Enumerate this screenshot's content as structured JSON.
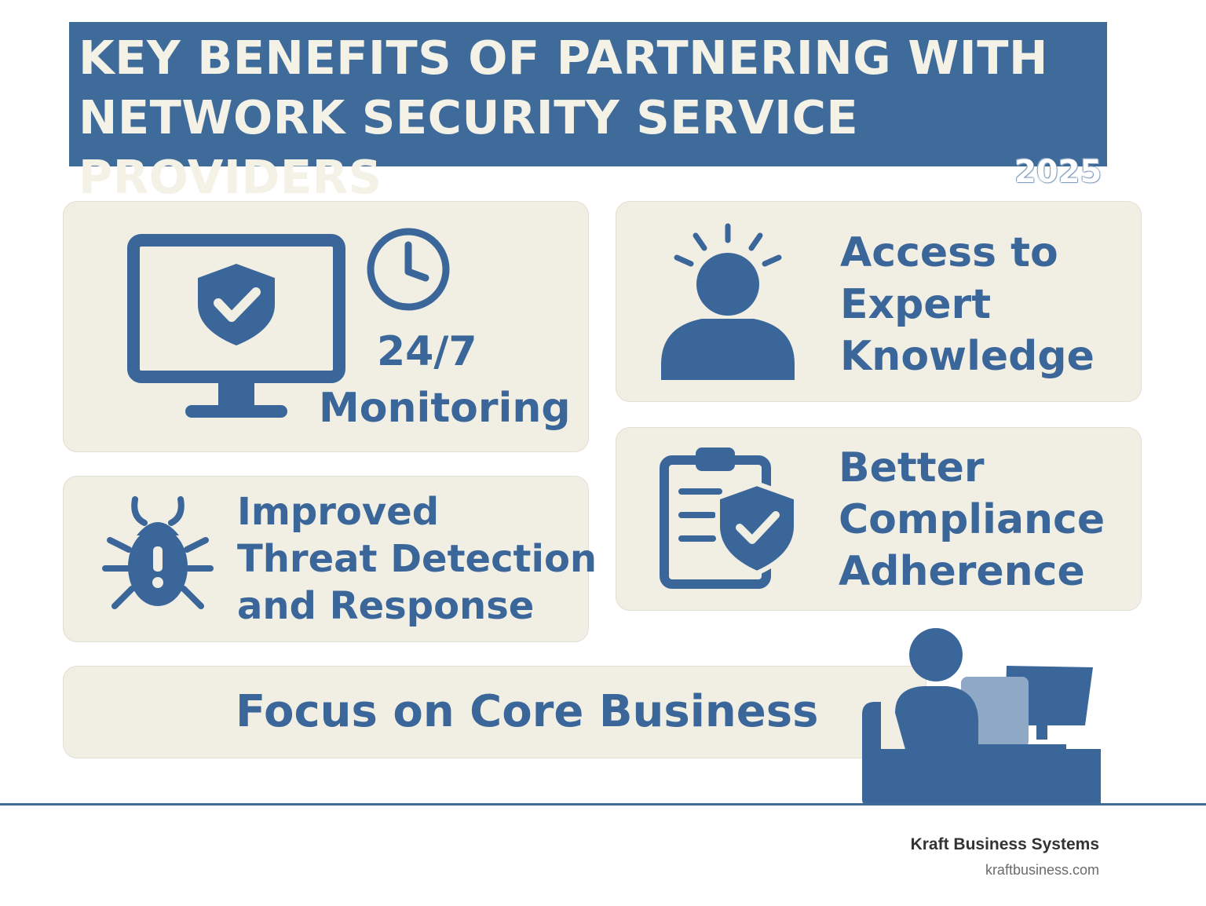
{
  "header": {
    "title_line1": "KEY BENEFITS OF PARTNERING WITH",
    "title_line2": "NETWORK SECURITY SERVICE PROVIDERS",
    "year": "2025"
  },
  "cards": {
    "monitoring": {
      "line1": "24/7",
      "line2": "Monitoring",
      "icons": [
        "monitor-shield-icon",
        "clock-icon"
      ]
    },
    "expert": {
      "line1": "Access to",
      "line2": "Expert",
      "line3": "Knowledge",
      "icons": [
        "person-idea-icon"
      ]
    },
    "threat": {
      "line1": "Improved",
      "line2": "Threat Detection",
      "line3": "and Response",
      "icons": [
        "bug-alert-icon"
      ]
    },
    "compliance": {
      "line1": "Better",
      "line2": "Compliance",
      "line3": "Adherence",
      "icons": [
        "clipboard-shield-icon"
      ]
    },
    "focus": {
      "label": "Focus on Core Business",
      "icons": [
        "person-at-computer-icon"
      ]
    }
  },
  "footer": {
    "company": "Kraft Business Systems",
    "url": "kraftbusiness.com"
  },
  "colors": {
    "primary_blue": "#3f6b9b",
    "card_bg": "#f1eee4",
    "title_text": "#f4f1e6"
  }
}
